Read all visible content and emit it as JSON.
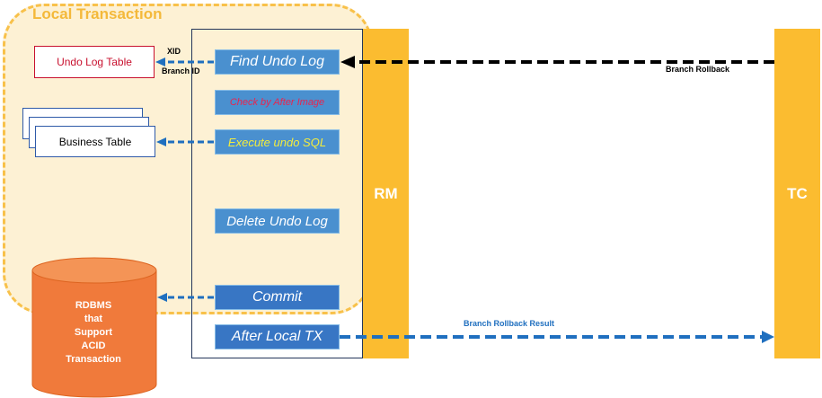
{
  "local_transaction": {
    "title": "Local Transaction"
  },
  "tables": {
    "undo_log": "Undo Log Table",
    "business": "Business Table"
  },
  "steps": {
    "find_undo_log": "Find Undo Log",
    "check_after_image": "Check by After Image",
    "execute_undo_sql": "Execute undo SQL",
    "delete_undo_log": "Delete Undo Log",
    "commit": "Commit",
    "after_local_tx": "After Local TX"
  },
  "lanes": {
    "rm": "RM",
    "tc": "TC"
  },
  "labels": {
    "xid": "XID",
    "branch_id": "Branch ID",
    "branch_rollback": "Branch Rollback",
    "branch_rollback_result": "Branch Rollback Result"
  },
  "database": {
    "lines": [
      "RDBMS",
      "that",
      "Support",
      "ACID",
      "Transaction"
    ]
  },
  "colors": {
    "zone_fill": "#fdf1d4",
    "zone_border": "#f8c14a",
    "lane_fill": "#fbbc30",
    "step_fill": "#4a90cf",
    "step_dark_fill": "#3876c4",
    "database_fill": "#f07a3b",
    "undo_log_border": "#c8102e",
    "arrow_blue": "#1f6fbf",
    "arrow_black": "#000000"
  }
}
